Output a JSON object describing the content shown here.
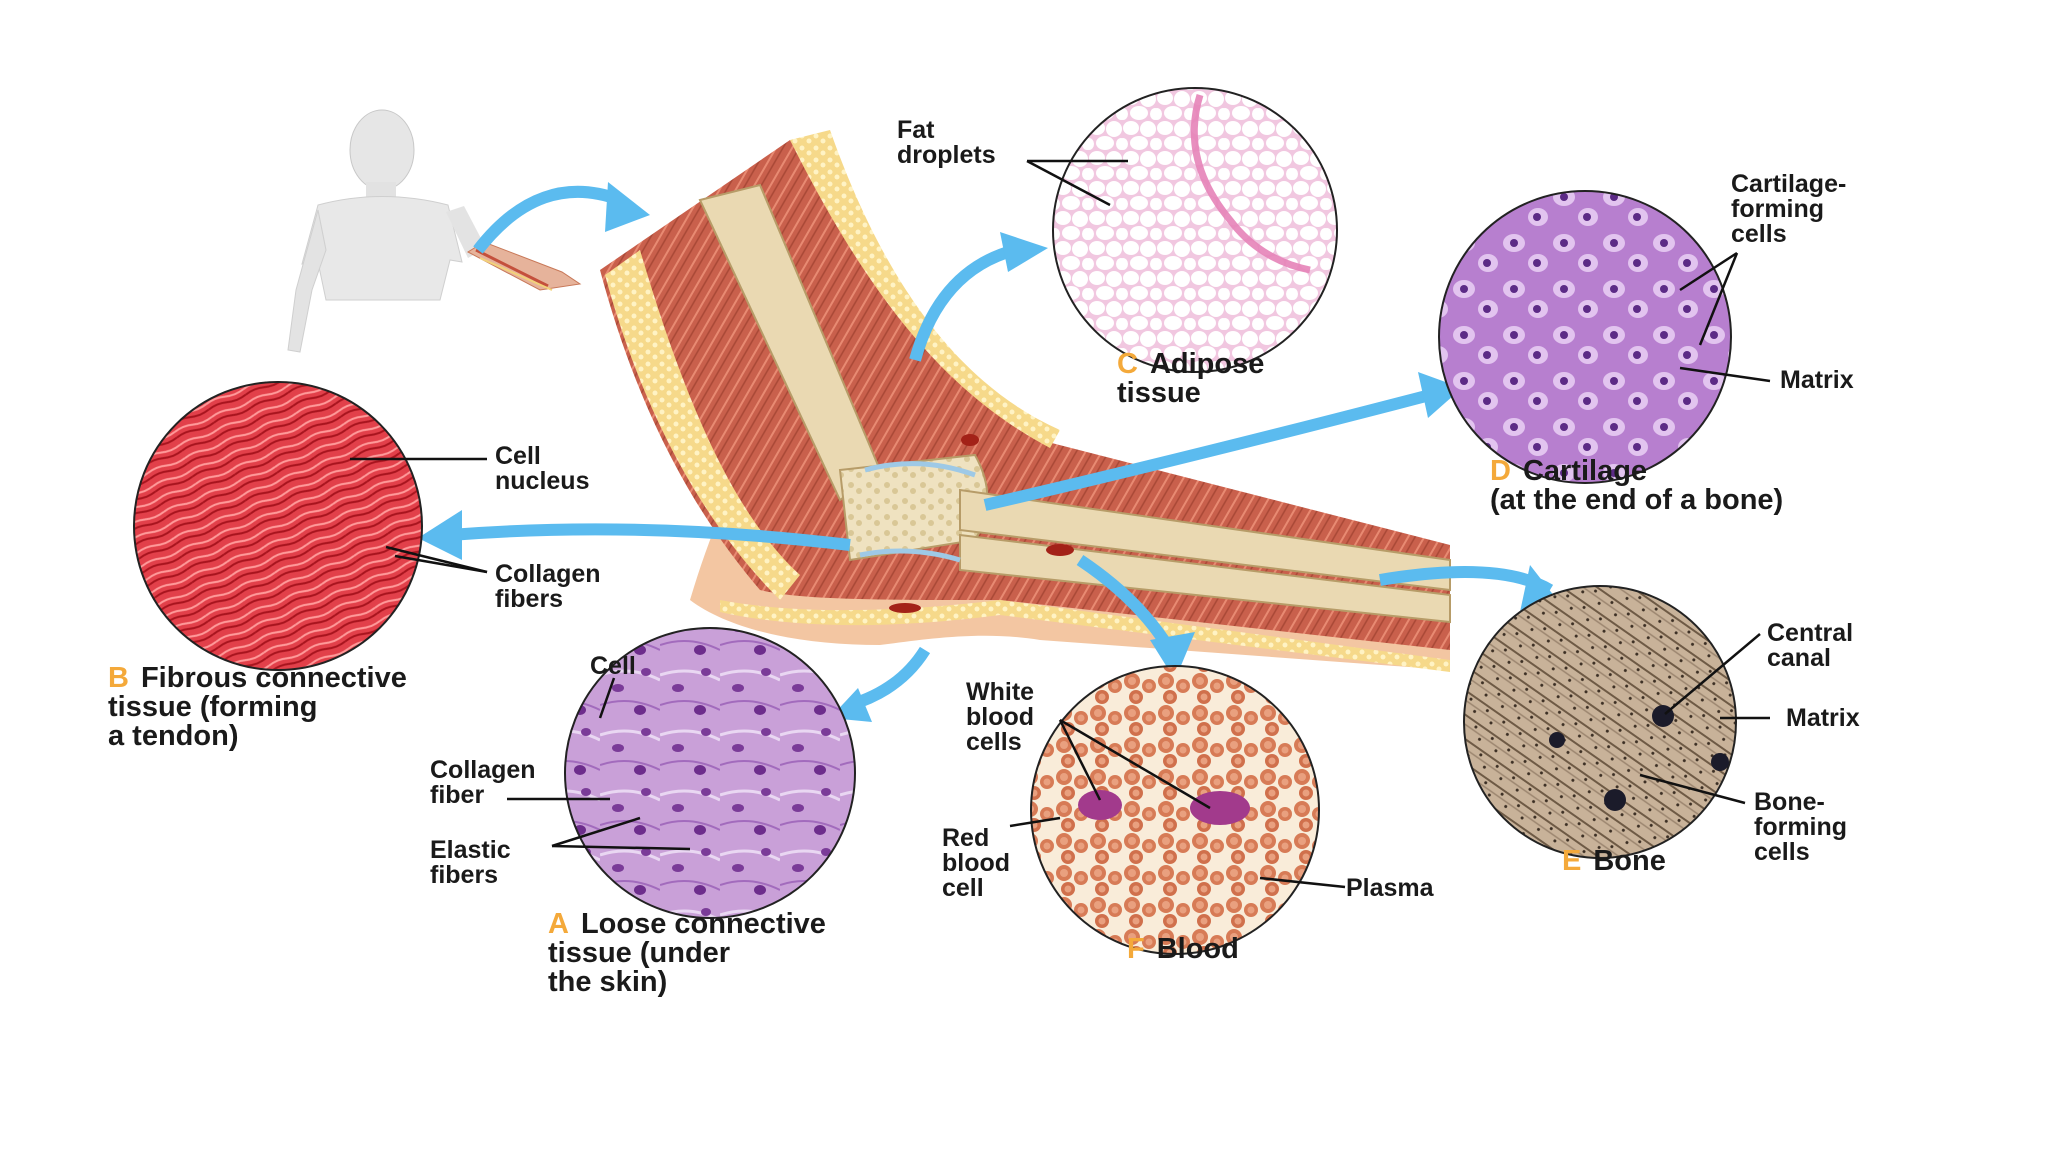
{
  "tissues": {
    "A": {
      "letter": "A",
      "title": "Loose connective\ntissue (under\nthe skin)",
      "labels": {
        "cell": "Cell",
        "collagen_fiber": "Collagen\nfiber",
        "elastic_fibers": "Elastic\nfibers"
      }
    },
    "B": {
      "letter": "B",
      "title": "Fibrous connective\ntissue (forming\na tendon)",
      "labels": {
        "cell_nucleus": "Cell\nnucleus",
        "collagen_fibers": "Collagen\nfibers"
      }
    },
    "C": {
      "letter": "C",
      "title": "Adipose\ntissue",
      "labels": {
        "fat_droplets": "Fat\ndroplets"
      }
    },
    "D": {
      "letter": "D",
      "title": "Cartilage\n(at the end of a bone)",
      "labels": {
        "cartilage_forming_cells": "Cartilage-\nforming\ncells",
        "matrix": "Matrix"
      }
    },
    "E": {
      "letter": "E",
      "title": "Bone",
      "labels": {
        "central_canal": "Central\ncanal",
        "matrix": "Matrix",
        "bone_forming_cells": "Bone-\nforming\ncells"
      }
    },
    "F": {
      "letter": "F",
      "title": "Blood",
      "labels": {
        "white_blood_cells": "White\nblood\ncells",
        "red_blood_cell": "Red\nblood\ncell",
        "plasma": "Plasma"
      }
    }
  },
  "colors": {
    "letter_accent": "#f4a93a",
    "arrow": "#5bbbef",
    "muscle": "#c8614d",
    "fat": "#f4d47a",
    "bone": "#ead9b2",
    "skin": "#f3c6a2"
  }
}
